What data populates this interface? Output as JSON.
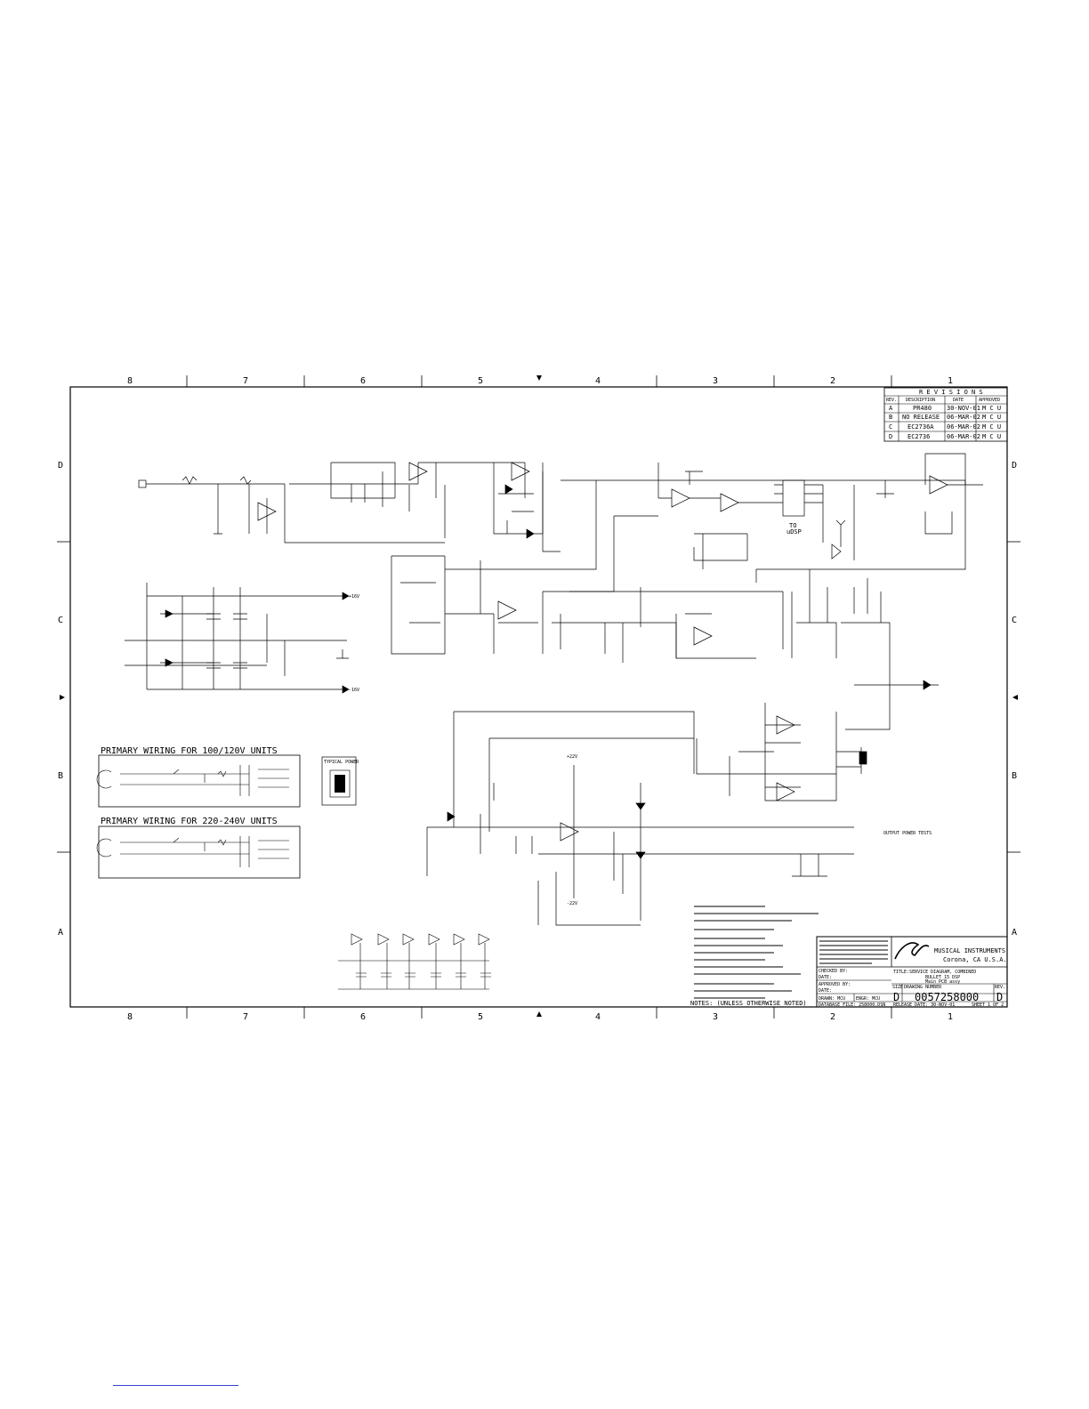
{
  "zones_top": [
    "8",
    "7",
    "6",
    "5",
    "4",
    "3",
    "2",
    "1"
  ],
  "zones_side": [
    "D",
    "C",
    "B",
    "A"
  ],
  "revisions": {
    "title": "R E V I S I O N S",
    "headers": [
      "REV.",
      "DESCRIPTION",
      "DATE",
      "APPROVED"
    ],
    "rows": [
      [
        "A",
        "PR480",
        "30-NOV-01",
        "M C U"
      ],
      [
        "B",
        "NO RELEASE",
        "06-MAR-02",
        "M C U"
      ],
      [
        "C",
        "EC2736A",
        "06-MAR-02",
        "M C U"
      ],
      [
        "D",
        "EC2736",
        "06-MAR-02",
        "M C U"
      ]
    ]
  },
  "blocks": {
    "primary_120": "PRIMARY WIRING FOR 100/120V UNITS",
    "primary_240": "PRIMARY WIRING FOR 220-240V UNITS",
    "to_udsp_1": "TO",
    "to_udsp_2": "uDSP",
    "output_power": "OUTPUT POWER TESTS",
    "typical_power": "TYPICAL POWER",
    "notes": "NOTES: (UNLESS OTHERWISE NOTED)"
  },
  "title_block": {
    "company": "MUSICAL INSTRUMENTS",
    "location": "Corona, CA  U.S.A.",
    "title_1": "TITLE:SERVICE DIAGRAM, COMBINED",
    "title_2": "BULLET 15 DSP",
    "title_3": "Main PCB assy",
    "checked_by": "CHECKED BY:",
    "approved_by": "APPROVED BY:",
    "date": "DATE:",
    "size_label": "SIZE",
    "size": "D",
    "drawing_number_label": "DRAWING NUMBER",
    "drawing_number": "0057258000",
    "rev_label": "REV.",
    "rev": "D",
    "release_date": "RELEASE DATE: 30-NOV-01",
    "sheet": "SHEET 1 OF 2",
    "drawn": "DRAWN: MCU",
    "engr": "ENGR: MCU",
    "database": "DATABASE FILE: 258000.DSN"
  },
  "rails": {
    "plus16": "+16V",
    "minus16": "-16V",
    "plus22": "+22V",
    "minus22": "-22V"
  }
}
